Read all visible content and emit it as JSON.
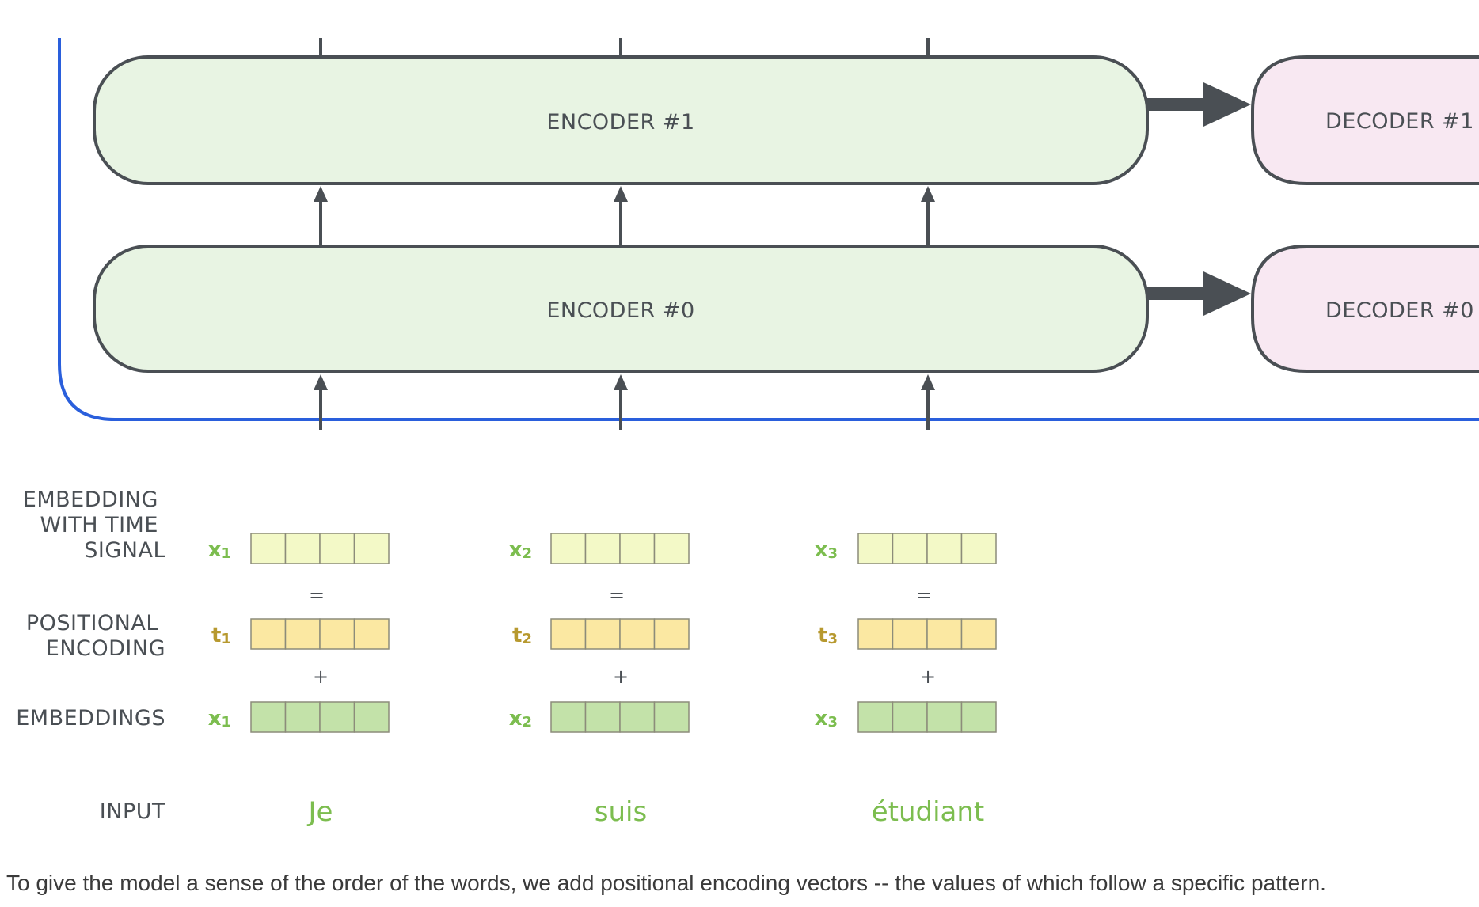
{
  "encoders": [
    {
      "label": "ENCODER #1"
    },
    {
      "label": "ENCODER #0"
    }
  ],
  "decoders": [
    {
      "label": "DECODER #1"
    },
    {
      "label": "DECODER #0"
    }
  ],
  "rows": {
    "time_signal": [
      "EMBEDDING",
      "WITH TIME",
      "SIGNAL"
    ],
    "positional": [
      "POSITIONAL",
      "ENCODING"
    ],
    "embeddings": [
      "EMBEDDINGS"
    ],
    "input": [
      "INPUT"
    ]
  },
  "operators": {
    "equals": "=",
    "plus": "+"
  },
  "tokens": [
    {
      "word": "Je",
      "x_letter": "x",
      "t_letter": "t",
      "sub": "1"
    },
    {
      "word": "suis",
      "x_letter": "x",
      "t_letter": "t",
      "sub": "2"
    },
    {
      "word": "étudiant",
      "x_letter": "x",
      "t_letter": "t",
      "sub": "3"
    }
  ],
  "vector_cells": 4,
  "caption": "To give the model a sense of the order of the words, we add positional encoding vectors -- the values of which follow a specific pattern.",
  "colors": {
    "encoder_fill": "#e8f4e3",
    "decoder_fill": "#f8e8f2",
    "stroke": "#4a4f54",
    "blue_line": "#2a5fdc",
    "time_signal_fill": "#f3f9c7",
    "positional_fill": "#fbe8a2",
    "embedding_fill": "#c3e2a9",
    "cell_border": "#8c8c7a",
    "x_label": "#7cbd4f",
    "t_label": "#b7992f",
    "word": "#7cbd4f"
  }
}
